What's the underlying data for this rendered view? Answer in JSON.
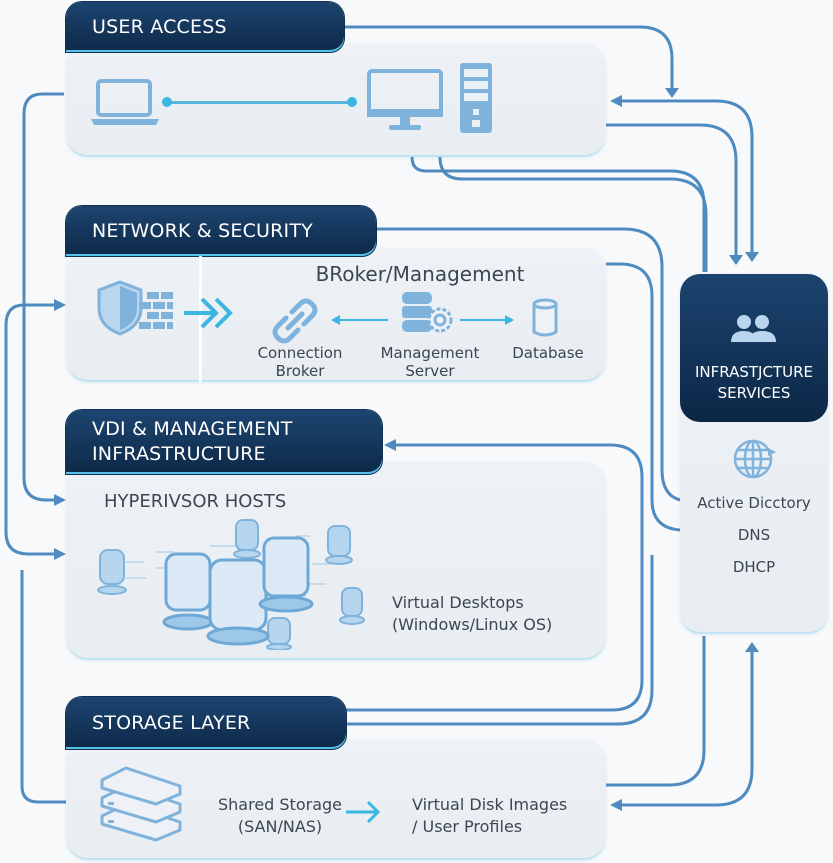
{
  "colors": {
    "header_dark": "#0d2948",
    "panel_bg": "#eef2f6",
    "icon_blue": "#7fb3dc",
    "connector": "#4f8bbf",
    "accent_cyan": "#3ab6e0",
    "text": "#3b4652"
  },
  "layers": {
    "user_access": {
      "title": "USER ACCESS",
      "icons": [
        "laptop-icon",
        "monitor-icon",
        "desktop-tower-icon"
      ]
    },
    "network_security": {
      "title": "NETWORK & SECURITY",
      "icons": [
        "shield-icon",
        "firewall-icon",
        "double-chevron-right-icon"
      ],
      "broker": {
        "title": "BRoker/Management",
        "items": [
          {
            "label_line1": "Connection",
            "label_line2": "Broker",
            "icon": "link-icon"
          },
          {
            "label_line1": "Management",
            "label_line2": "Server",
            "icon": "server-gear-icon"
          },
          {
            "label_line1": "Database",
            "label_line2": "",
            "icon": "database-icon"
          }
        ]
      }
    },
    "vdi": {
      "title_line1": "VDI & MANAGEMENT",
      "title_line2": "INFRASTRUCTURE",
      "subtitle": "HYPERIVSOR HOSTS",
      "desktops_line1": "Virtual Desktops",
      "desktops_line2": "(Windows/Linux OS)"
    },
    "storage": {
      "title": "STORAGE LAYER",
      "source_line1": "Shared Storage",
      "source_line2": "(SAN/NAS)",
      "target_line1": "Virtual Disk Images",
      "target_line2": "/ User Profiles"
    },
    "infrastructure_services": {
      "title_line1": "INFRASTJCTURE",
      "title_line2": "SERVICES",
      "services": [
        "Active Dicctory",
        "DNS",
        "DHCP"
      ]
    }
  }
}
